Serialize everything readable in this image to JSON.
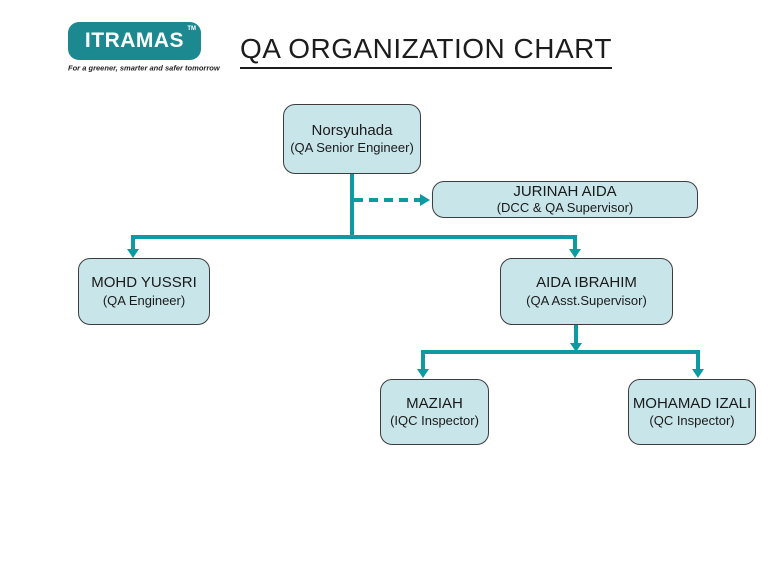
{
  "page": {
    "logo": {
      "brand": "ITRAMAS",
      "trademark": "TM",
      "tagline": "For a greener, smarter and safer tomorrow"
    },
    "title": "QA ORGANIZATION CHART"
  },
  "colors": {
    "connector": "#0d9aa0",
    "logo_background": "#1b898f",
    "node_fill": "#c8e5ea",
    "node_border": "#3d3d3d",
    "text": "#1a1a1a"
  },
  "chart": {
    "type": "org-chart",
    "nodes": [
      {
        "id": "norsyuhada",
        "name": "Norsyuhada",
        "role": "(QA Senior Engineer)"
      },
      {
        "id": "jurinah",
        "name": "JURINAH AIDA",
        "role": "(DCC & QA Supervisor)"
      },
      {
        "id": "yussri",
        "name": "MOHD YUSSRI",
        "role": "(QA Engineer)"
      },
      {
        "id": "aida",
        "name": "AIDA IBRAHIM",
        "role": "(QA Asst.Supervisor)"
      },
      {
        "id": "maziah",
        "name": "MAZIAH",
        "role": "(IQC Inspector)"
      },
      {
        "id": "izali",
        "name": "MOHAMAD IZALI",
        "role": "(QC Inspector)"
      }
    ],
    "edges": [
      {
        "from": "norsyuhada",
        "to": "jurinah",
        "style": "dashed-arrow"
      },
      {
        "from": "norsyuhada",
        "to": "yussri",
        "style": "solid-arrow"
      },
      {
        "from": "norsyuhada",
        "to": "aida",
        "style": "solid-arrow"
      },
      {
        "from": "aida",
        "to": "maziah",
        "style": "solid-arrow"
      },
      {
        "from": "aida",
        "to": "izali",
        "style": "solid-arrow"
      }
    ]
  }
}
